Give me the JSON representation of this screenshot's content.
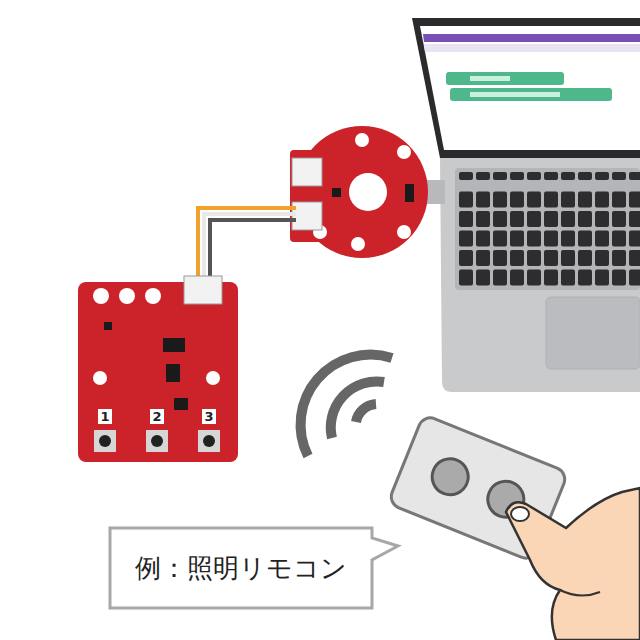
{
  "diagram": {
    "nodes": [
      {
        "text": [
          "例：照明リモコン"
        ]
      }
    ],
    "labels": [
      "1",
      "2",
      "3"
    ]
  }
}
